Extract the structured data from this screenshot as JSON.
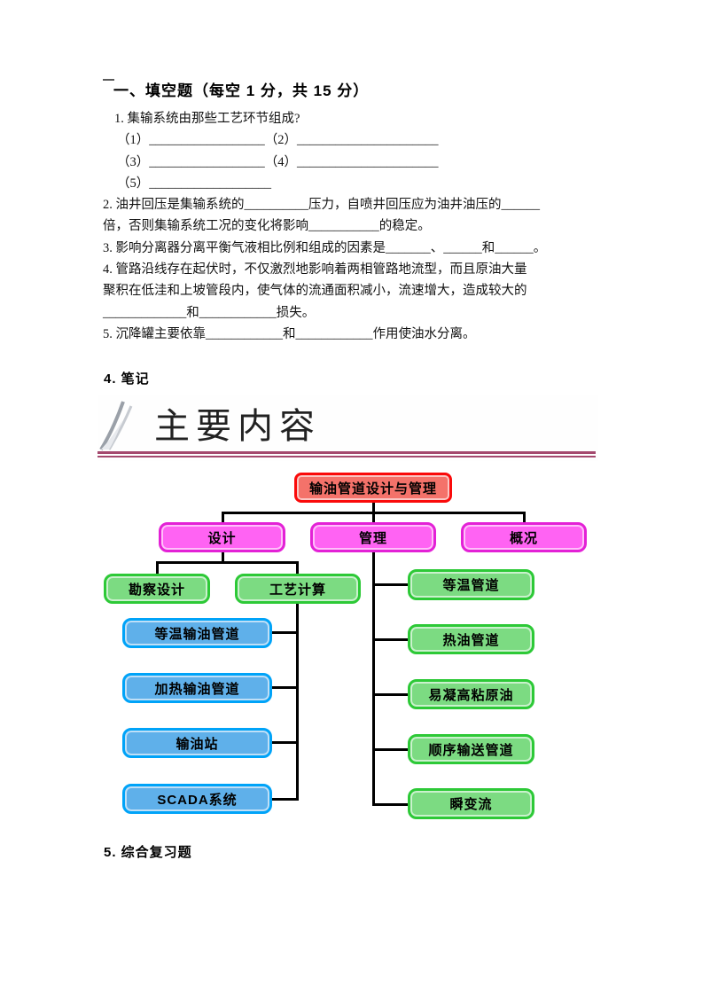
{
  "document": {
    "fill_blank": {
      "heading": "一、填空题（每空 1 分，共 15 分）",
      "lines": [
        "1. 集输系统由那些工艺环节组成?",
        "（1）__________________（2）______________________",
        "（3）__________________（4）______________________",
        "（5）___________________",
        "2. 油井回压是集输系统的__________压力，自喷井回压应为油井油压的______",
        "倍，否则集输系统工况的变化将影响___________的稳定。",
        "3. 影响分离器分离平衡气液相比例和组成的因素是_______、______和______。",
        "4. 管路沿线存在起伏时，不仅激烈地影响着两相管路地流型，而且原油大量",
        "聚积在低洼和上坡管段内，使气体的流通面积减小，流速增大，造成较大的",
        "_____________和____________损失。",
        "5. 沉降罐主要依靠____________和____________作用使油水分离。"
      ]
    },
    "notes_heading": "4.  笔记",
    "slide": {
      "title": "主要内容"
    },
    "diagram": {
      "root": "输油管道设计与管理",
      "branches": [
        "设计",
        "管理",
        "概况"
      ],
      "design_children": [
        "勘察设计",
        "工艺计算"
      ],
      "process_topics": [
        "等温输油管道",
        "加热输油管道",
        "输油站",
        "SCADA系统"
      ],
      "management_topics": [
        "等温管道",
        "热油管道",
        "易凝高粘原油",
        "顺序输送管道",
        "瞬变流"
      ]
    },
    "review_heading": "5.  综合复习题",
    "colors": {
      "node_red_fill": "#f4726a",
      "node_red_border": "#fa0a0a",
      "node_pink_fill": "#ff63f3",
      "node_pink_border": "#e321d6",
      "node_green_fill": "#7cdb82",
      "node_green_border": "#2dc937",
      "node_blue_fill": "#5fb0ea",
      "node_blue_border": "#00a3f8",
      "connector": "#000000",
      "rule": "#a4496e"
    }
  }
}
